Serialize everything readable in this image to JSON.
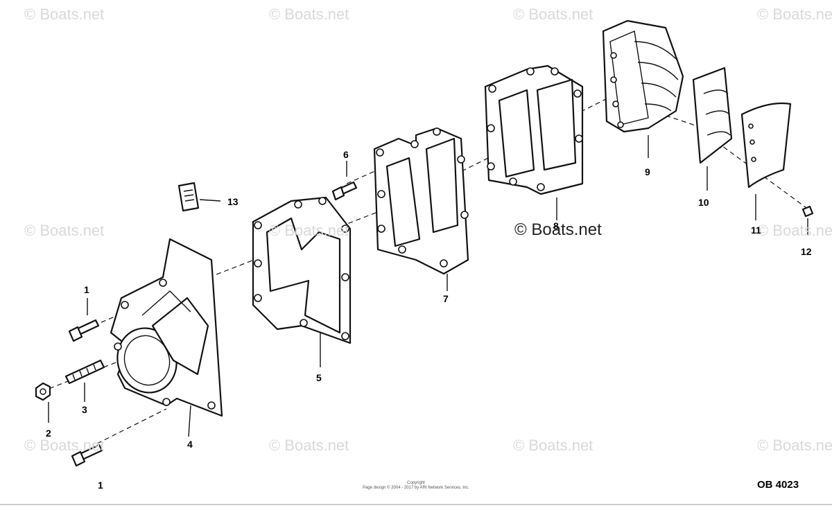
{
  "watermark": {
    "text": "© Boats.net",
    "center_text": "© Boats.net"
  },
  "callouts": {
    "bolt_upper": "1",
    "bolt_lower": "1",
    "nut": "2",
    "stud": "3",
    "adaptor": "4",
    "gasket_5": "5",
    "screw_6": "6",
    "plate_7": "7",
    "gasket_8": "8",
    "reed_block": "9",
    "reed_petal": "10",
    "reed_stop": "11",
    "screw_12": "12",
    "decal": "13"
  },
  "diagram_code": "OB 4023",
  "copyright": {
    "line1": "Copyright",
    "line2": "Page design © 2004 - 2017 by ARI Network Services, Inc."
  }
}
